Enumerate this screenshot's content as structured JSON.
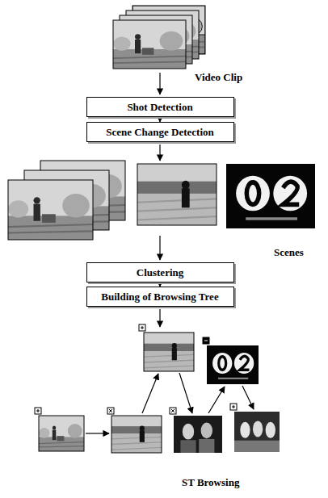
{
  "diagram": {
    "nodes": [
      {
        "text": [
          "Shot Detection"
        ]
      },
      {
        "text": [
          "Scene Change Detection"
        ]
      },
      {
        "text": [
          "Clustering"
        ]
      },
      {
        "text": [
          "Building of Browsing Tree"
        ]
      }
    ],
    "edges": [
      {
        "from": 0,
        "to": 1,
        "arrow": "to"
      },
      {
        "from": 2,
        "to": 3,
        "arrow": "to"
      }
    ],
    "labels": [
      "Video Clip",
      "Scenes",
      "ST Browsing"
    ]
  }
}
